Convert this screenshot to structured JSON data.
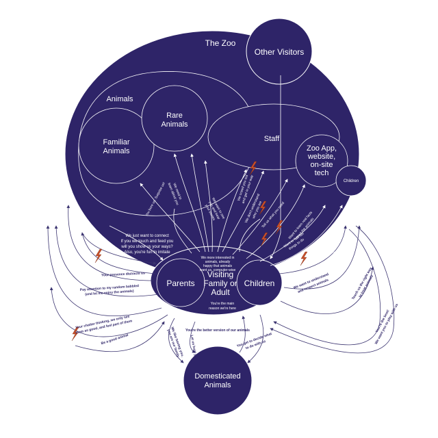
{
  "colors": {
    "fill": "#2e2468",
    "line": "#ffffff",
    "outside_line": "#3b3470",
    "bolt": "#c8502a"
  },
  "nodes": {
    "zoo": "The Zoo",
    "other_visitors": "Other Visitors",
    "animals": "Animals",
    "rare_animals": [
      "Rare",
      "Animals"
    ],
    "familiar_animals": [
      "Familiar",
      "Animals"
    ],
    "staff": "Staff",
    "zoo_app": [
      "Zoo App,",
      "website,",
      "on-site",
      "tech"
    ],
    "children_small": "Children",
    "parents": "Parents",
    "visiting": [
      "Visiting",
      "Family or",
      "Adult"
    ],
    "children": "Children",
    "domesticated": [
      "Domesticated",
      "Animals"
    ]
  },
  "messages": {
    "connect": [
      "We just want to connect",
      "If you we touch and feed you",
      "will you show us your ways?",
      "Also, you're fun to imitate"
    ],
    "more_interested": [
      "We more interested in",
      "animals, already",
      "happy that animals",
      "want us, computer-wise"
    ],
    "reason": [
      "You're the main",
      "reason we're here"
    ],
    "bored": "You bore us. Surprise us!",
    "need_to_learn": [
      "We need to",
      "learn about you"
    ],
    "want_to_see": [
      "We want to see",
      "you and hear",
      "your stories"
    ],
    "crowd": [
      "We crowd you out",
      "and get in your way"
    ],
    "understand": [
      "We don't understand",
      "who you are"
    ],
    "tell_us": [
      "Tell us what you need"
    ],
    "learn_facts": [
      "Want to learn real facts",
      "about the animals"
    ],
    "find_fun": [
      "Want to find fun",
      "things to do"
    ],
    "dont_want": [
      "You're not fun",
      "enough for us"
    ],
    "pay_attention": [
      "Pay attention to my random babbled",
      "(and let me enjoy the animals)"
    ],
    "your_presence": "Your presence distracts us",
    "be_a_good_animal": "Be a good animal",
    "thinking": [
      "Your chatter thinking, we only see",
      "them as good, and feel part of them"
    ],
    "copy_you": "You're the better version of our animals",
    "we_like_you": [
      "We like having you,",
      "you are our family"
    ],
    "understand_you": [
      "We want to understand",
      "and respect animals"
    ],
    "teach_right": [
      "Teach us the right way",
      "to treat animals"
    ],
    "hold_you": "Let us hold you",
    "right_wrong": [
      "You get to decide what",
      "to do with us"
    ],
    "best": [
      "You're the best!",
      "We want you to play with us"
    ]
  }
}
